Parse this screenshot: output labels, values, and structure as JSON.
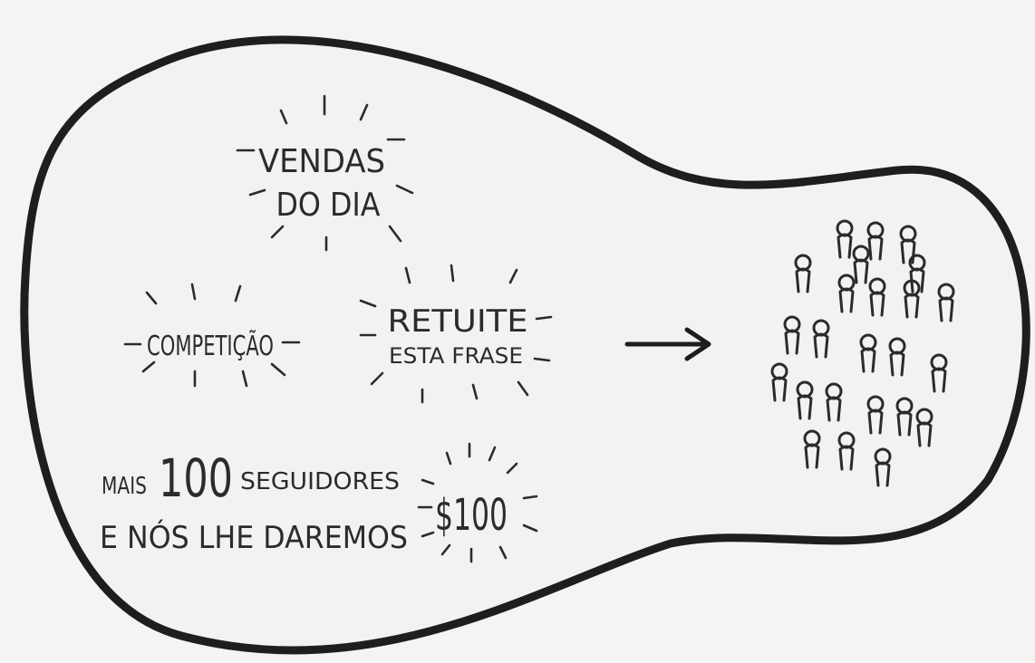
{
  "colors": {
    "ink": "#2b2b2b",
    "paper": "#f4f4f4",
    "blob": "#f2f2f2"
  },
  "promos": {
    "sales": {
      "line1": "VENDAS",
      "line2": "DO DIA"
    },
    "competition": {
      "label": "COMPETIÇÃO"
    },
    "retweet": {
      "line1": "RETUITE",
      "line2": "ESTA FRASE"
    },
    "followers": {
      "prefix": "MAIS",
      "number": "100",
      "suffix": "SEGUIDORES",
      "line2": "E NÓS LHE DAREMOS"
    },
    "prize": {
      "label": "$100"
    }
  },
  "arrow_icon": "right-arrow-icon",
  "crowd": {
    "icon": "person-icon",
    "count": 24
  }
}
